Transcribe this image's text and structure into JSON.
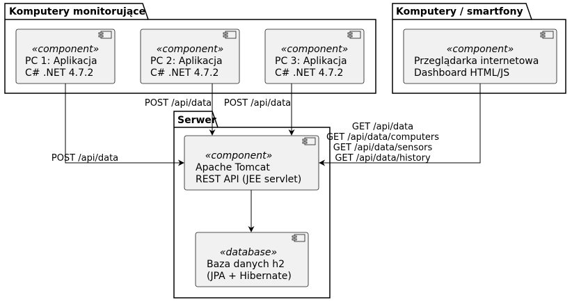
{
  "packages": {
    "monitoring": {
      "label": "Komputery monitorujące"
    },
    "devices": {
      "label": "Komputery / smartfony"
    },
    "server": {
      "label": "Serwer"
    }
  },
  "components": {
    "pc1": {
      "stereotype": "«component»",
      "line1": "PC 1: Aplikacja",
      "line2": "C# .NET 4.7.2"
    },
    "pc2": {
      "stereotype": "«component»",
      "line1": "PC 2: Aplikacja",
      "line2": "C# .NET 4.7.2"
    },
    "pc3": {
      "stereotype": "«component»",
      "line1": "PC 3: Aplikacja",
      "line2": "C# .NET 4.7.2"
    },
    "browser": {
      "stereotype": "«component»",
      "line1": "Przeglądarka internetowa",
      "line2": "Dashboard HTML/JS"
    },
    "tomcat": {
      "stereotype": "«component»",
      "line1": "Apache Tomcat",
      "line2": "REST API (JEE servlet)"
    },
    "db": {
      "stereotype": "«database»",
      "line1": "Baza danych h2",
      "line2": "(JPA + Hibernate)"
    }
  },
  "edges": {
    "pc1_label": "POST /api/data",
    "pc2_label": "POST /api/data",
    "pc3_label": "POST /api/data",
    "browser_labels": [
      "GET /api/data",
      "GET /api/data/computers",
      "GET /api/data/sensors",
      "GET /api/data/history"
    ]
  }
}
